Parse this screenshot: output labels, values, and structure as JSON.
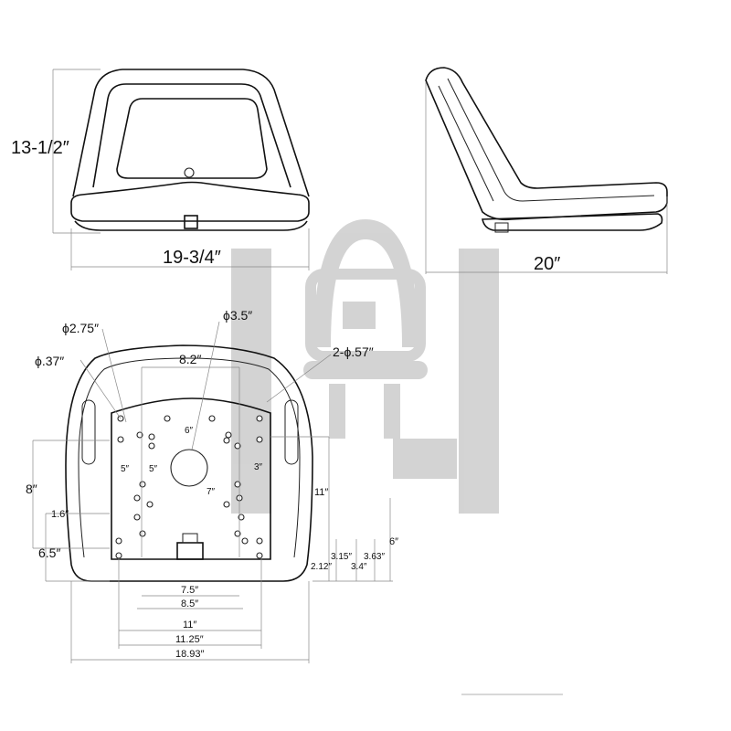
{
  "watermark": {
    "logo": "seat-logo-watermark",
    "color": "#c8c8c8"
  },
  "front_view": {
    "height_label": "13-1/2″",
    "width_label": "19-3/4″"
  },
  "side_view": {
    "depth_label": "20″"
  },
  "bottom_view": {
    "holes": {
      "large": "ϕ2.75″",
      "small": "ϕ.37″",
      "center": "ϕ3.5″",
      "slots": "2-ϕ.57″"
    },
    "top_labels": {
      "span_82": "8.2″",
      "dim_6_inner": "6″"
    },
    "inner_labels": {
      "left_5a": "5″",
      "left_5b": "5″",
      "right_3": "3″",
      "center_7": "7″"
    },
    "left_labels": {
      "h8": "8″",
      "h16": "1.6″",
      "h65": "6.5″"
    },
    "right_labels": {
      "h11": "11″",
      "h6": "6″",
      "h315": "3.15″",
      "h363": "3.63″",
      "h212": "2.12″",
      "h34": "3.4″"
    },
    "bottom_labels": {
      "w75": "7.5″",
      "w85": "8.5″",
      "w11": "11″",
      "w1125": "11.25″",
      "w1893": "18.93″"
    }
  }
}
